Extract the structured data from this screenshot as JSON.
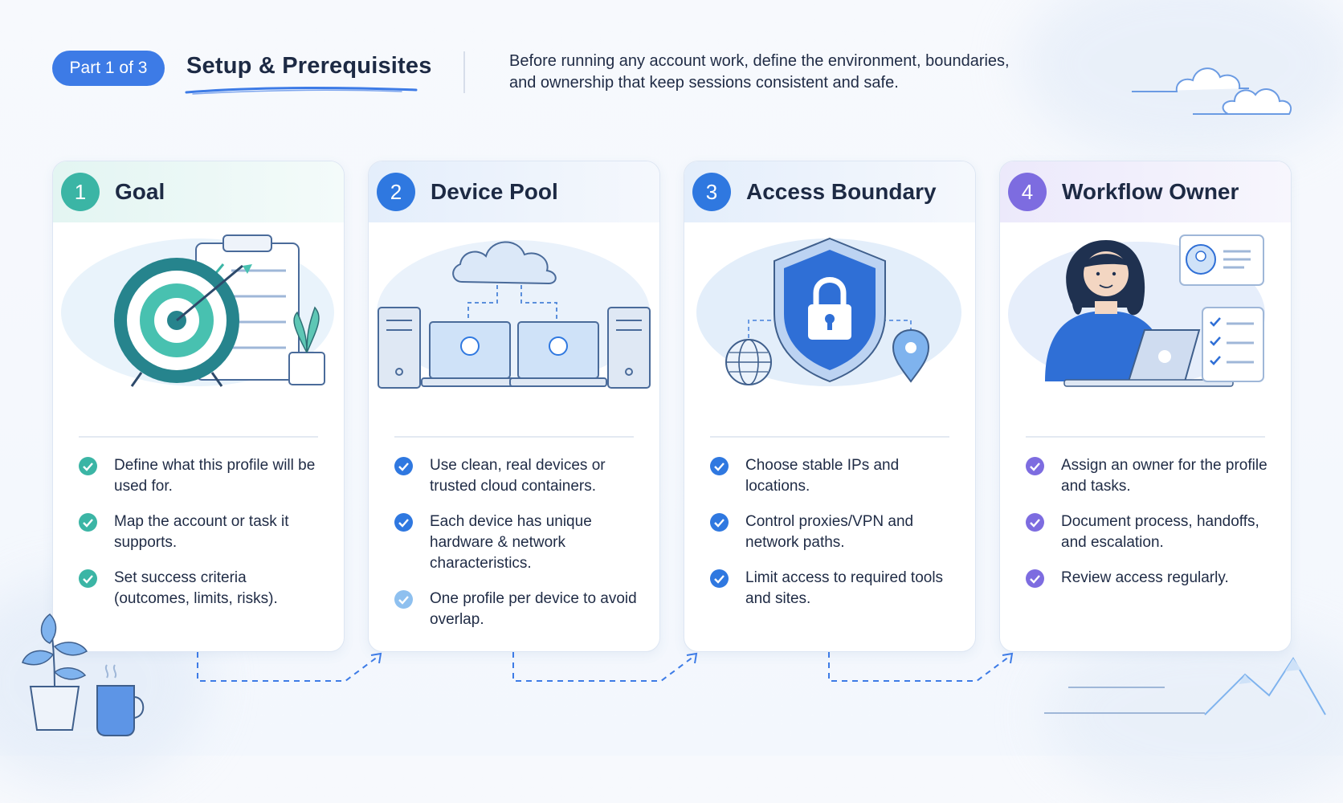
{
  "header": {
    "badge": "Part 1 of 3",
    "title": "Setup & Prerequisites",
    "intro_line1": "Before running any account work, define the environment, boundaries,",
    "intro_line2": "and ownership that keep sessions consistent and safe."
  },
  "colors": {
    "teal": "#3bb5a5",
    "blue": "#2f78e0",
    "purple": "#7d6ce0",
    "badge": "#3d7be6"
  },
  "cards": [
    {
      "number": "1",
      "title": "Goal",
      "illustration": "target-clipboard-icon",
      "bullets": [
        "Define what this profile will be used for.",
        "Map the account or task it supports.",
        "Set success criteria (outcomes, limits, risks)."
      ]
    },
    {
      "number": "2",
      "title": "Device Pool",
      "illustration": "cloud-devices-icon",
      "bullets": [
        "Use clean, real devices or trusted cloud containers.",
        "Each device has unique hardware & network characteristics.",
        "One profile per device to avoid overlap."
      ]
    },
    {
      "number": "3",
      "title": "Access Boundary",
      "illustration": "shield-lock-icon",
      "bullets": [
        "Choose stable IPs and locations.",
        "Control proxies/VPN and network paths.",
        "Limit access to required tools and sites."
      ]
    },
    {
      "number": "4",
      "title": "Workflow Owner",
      "illustration": "owner-laptop-icon",
      "bullets": [
        "Assign an owner for the profile and tasks.",
        "Document process, handoffs, and escalation.",
        "Review access regularly."
      ]
    }
  ]
}
